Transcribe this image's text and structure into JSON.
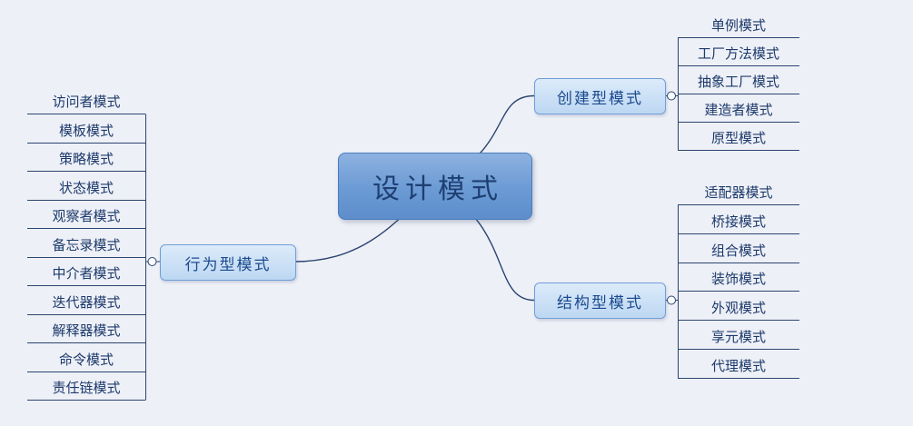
{
  "diagram": {
    "title": "设计模式",
    "root": "设计模式",
    "branches": [
      {
        "label": "创建型模式",
        "children": [
          "单例模式",
          "工厂方法模式",
          "抽象工厂模式",
          "建造者模式",
          "原型模式"
        ]
      },
      {
        "label": "结构型模式",
        "children": [
          "适配器模式",
          "桥接模式",
          "组合模式",
          "装饰模式",
          "外观模式",
          "享元模式",
          "代理模式"
        ]
      },
      {
        "label": "行为型模式",
        "children": [
          "访问者模式",
          "模板模式",
          "策略模式",
          "状态模式",
          "观察者模式",
          "备忘录模式",
          "中介者模式",
          "迭代器模式",
          "解释器模式",
          "命令模式",
          "责任链模式"
        ]
      }
    ]
  },
  "colors": {
    "background": "#eef0f7",
    "root_fill": "#6b9ad4",
    "root_border": "#4a7cba",
    "branch_fill": "#c9ddf4",
    "branch_border": "#6f9fd8",
    "line": "#2a4570",
    "text": "#1c3a6b"
  },
  "icons": {
    "collapse_handle": "circle-handle-icon"
  }
}
